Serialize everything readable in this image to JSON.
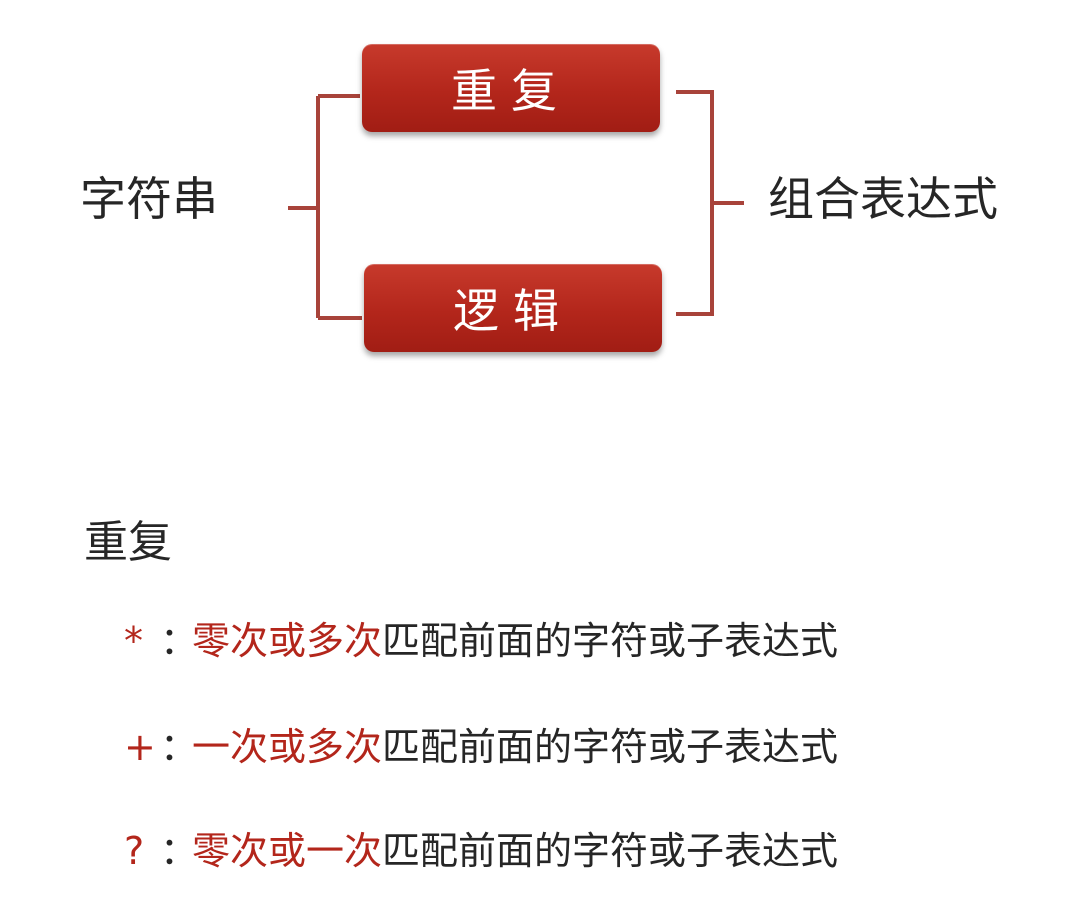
{
  "diagram": {
    "left_label": "字符串",
    "right_label": "组合表达式",
    "top_box": "重复",
    "bottom_box": "逻辑",
    "colors": {
      "box": "#b3261b",
      "connector": "#a8433a",
      "highlight": "#b3261b"
    }
  },
  "section": {
    "title": "重复",
    "rules": [
      {
        "symbol": "*",
        "colon": "：",
        "highlight": "零次或多次",
        "rest": "匹配前面的字符或子表达式"
      },
      {
        "symbol": "+",
        "colon": "：",
        "highlight": "一次或多次",
        "rest": "匹配前面的字符或子表达式"
      },
      {
        "symbol": "?",
        "colon": "：",
        "highlight": "零次或一次",
        "rest": "匹配前面的字符或子表达式"
      }
    ]
  }
}
